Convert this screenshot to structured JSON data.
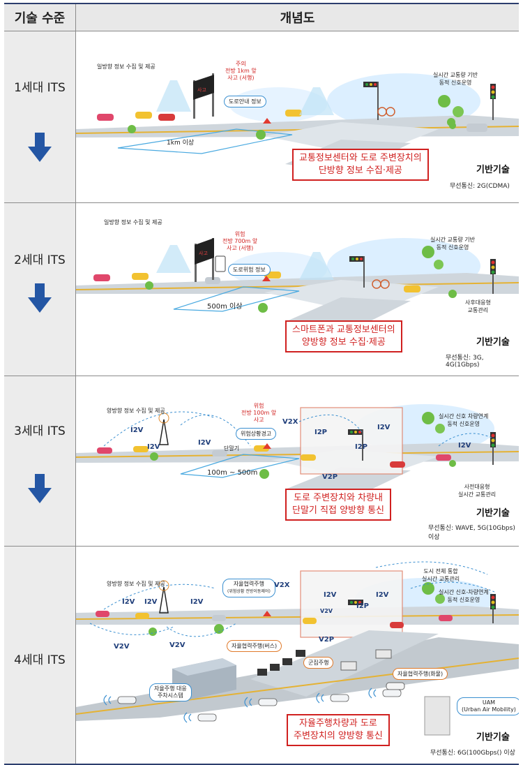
{
  "header": {
    "col1": "기술 수준",
    "col2": "개념도"
  },
  "rows": [
    {
      "generation": "1세대 ITS",
      "top_left": "일방향 정보 수집 및 제공",
      "warning": "주의\n전방 1km 앞\n사고 (서행)",
      "info_pill": "도로안내 정보",
      "distance": "1km 이상",
      "top_right": "실시간 교통량 기반\n동적 신호운영",
      "summary": "교통정보센터와 도로 주변장치의\n단방향 정보 수집·제공",
      "tech": "기반기술",
      "comm": "무선통신: 2G(CDMA)"
    },
    {
      "generation": "2세대 ITS",
      "top_left": "일방향 정보 수집 및 제공",
      "warning": "위험\n전방 700m 앞\n사고 (서행)",
      "info_pill": "도로위험 정보",
      "distance": "500m 이상",
      "top_right": "실시간 교통량 기반\n동적 신호운영",
      "side_note": "사후대응형\n교통관리",
      "summary": "스마트폰과 교통정보센터의\n양방향 정보 수집·제공",
      "tech": "기반기술",
      "comm": "무선통신: 3G, 4G(1Gbps)"
    },
    {
      "generation": "3세대 ITS",
      "top_left": "양방향 정보 수집 및 제공",
      "warning": "위험\n전방 100m 앞\n사고",
      "info_pill": "위험상황경고",
      "terminal": "단말기",
      "distance": "100m ~ 500m",
      "top_right": "실시간 신호 차량연계\n동적 신호운영",
      "side_note": "사전대응형\n실시간 교통관리",
      "v2x": "V2X",
      "i2v": "I2V",
      "i2p": "I2P",
      "v2p": "V2P",
      "summary": "도로 주변장치와 차량내\n단말기 직접 양방향 통신",
      "tech": "기반기술",
      "comm": "무선통신: WAVE, 5G(10Gbps) 이상"
    },
    {
      "generation": "4세대 ITS",
      "top_left": "양방향 정보 수집 및 제공",
      "coop_pill": "자율협력주행",
      "coop_sub": "(위험상황 전방이동제어)",
      "v2x": "V2X",
      "i2v": "I2V",
      "i2p": "I2P",
      "v2v": "V2V",
      "v2p": "V2P",
      "bus_pill": "자율협력주행(버스)",
      "platoon": "군집주행",
      "truck_pill": "자율협력주행(화물)",
      "parking": "자율주행 대응\n주차시스템",
      "uam": "UAM\n(Urban Air Mobility)",
      "top_right1": "도시 전체 통합\n실시간 교통관리",
      "top_right2": "실시간 신호-차량연계\n동적 신호운영",
      "summary": "자율주행차량과 도로\n주변장치의 양방향 통신",
      "tech": "기반기술",
      "comm": "무선통신: 6G(100Gbps() 이상"
    }
  ],
  "colors": {
    "accent_red": "#d0201f",
    "arrow_blue": "#2456a4",
    "road": "#cfd6dc",
    "sky": "#dcefff"
  }
}
